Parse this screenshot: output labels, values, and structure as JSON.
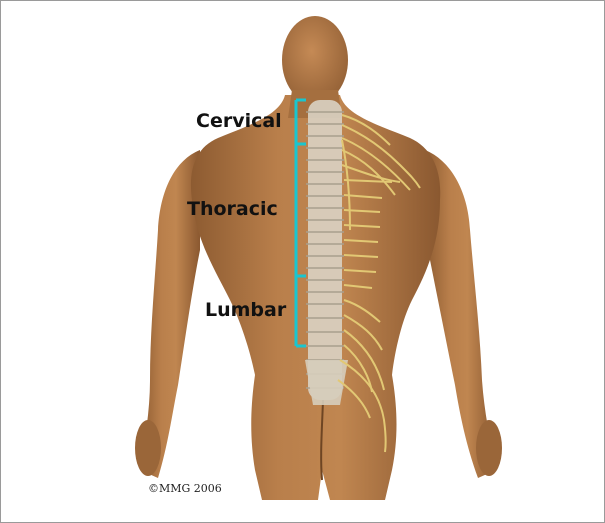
{
  "figure": {
    "labels": {
      "cervical": "Cervical",
      "thoracic": "Thoracic",
      "lumbar": "Lumbar"
    },
    "copyright": "©MMG 2006"
  },
  "colors": {
    "skin": "#b07745",
    "skin_shadow": "#8a5a32",
    "bracket": "#19c6cf",
    "nerve": "#e2c874",
    "spine": "#d9d2c3",
    "label_text": "#111111"
  }
}
